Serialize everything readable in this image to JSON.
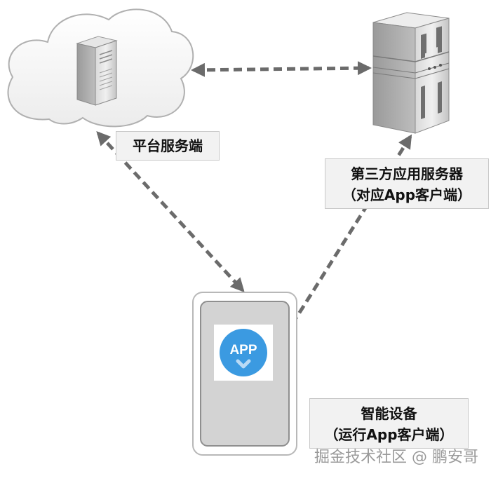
{
  "nodes": {
    "platform_label": "平台服务端",
    "thirdparty_label_line1": "第三方应用服务器",
    "thirdparty_label_line2": "（对应App客户端）",
    "device_label_line1": "智能设备",
    "device_label_line2": "（运行App客户端）",
    "app_icon_text": "APP"
  },
  "watermark": "掘金技术社区 @ 鹏安哥",
  "colors": {
    "arrow": "#6b6b6b",
    "app_icon": "#3b9ae1",
    "label_bg": "#f2f2f2",
    "cloud_fill": "#fafafa"
  }
}
